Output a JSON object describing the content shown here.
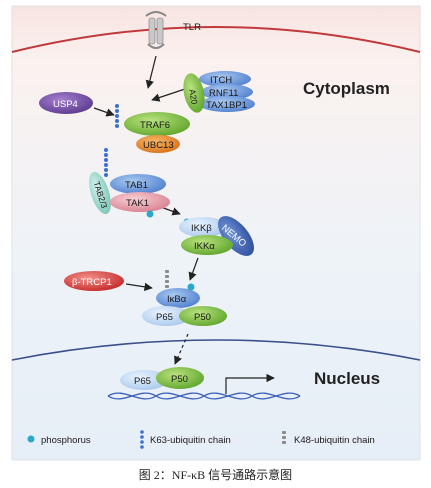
{
  "receptor": {
    "label": "TLR"
  },
  "compartments": {
    "cytoplasm": "Cytoplasm",
    "nucleus": "Nucleus"
  },
  "proteins": {
    "itch": "ITCH",
    "rnf11": "RNF11",
    "tax1bp1": "TAX1BP1",
    "a20": "A20",
    "usp4": "USP4",
    "traf6": "TRAF6",
    "ubc13": "UBC13",
    "tab23": "TAB2/3",
    "tab1": "TAB1",
    "tak1": "TAK1",
    "ikkb": "IKKβ",
    "ikka": "IKKα",
    "nemo": "NEMO",
    "btrcp1": "β-TRCP1",
    "ikba": "IκBα",
    "p65": "P65",
    "p50": "P50",
    "p65_nuc": "P65",
    "p50_nuc": "P50"
  },
  "legend": {
    "phosphorus": "phosphorus",
    "k63": "K63-ubiquitin  chain",
    "k48": "K48-ubiquitin  chain"
  },
  "caption": "图 2：NF-κB 信号通路示意图",
  "colors": {
    "membrane": "#c0393b",
    "nuclear_membrane": "#3a4f8c",
    "green": "#7dc242",
    "blue": "#5a8fd6",
    "orange": "#e8862a",
    "purple": "#7a4fa6",
    "pink": "#e89aa8",
    "red": "#d93a3a",
    "teal": "#8fd3c8",
    "phospho": "#2aa7c9"
  }
}
